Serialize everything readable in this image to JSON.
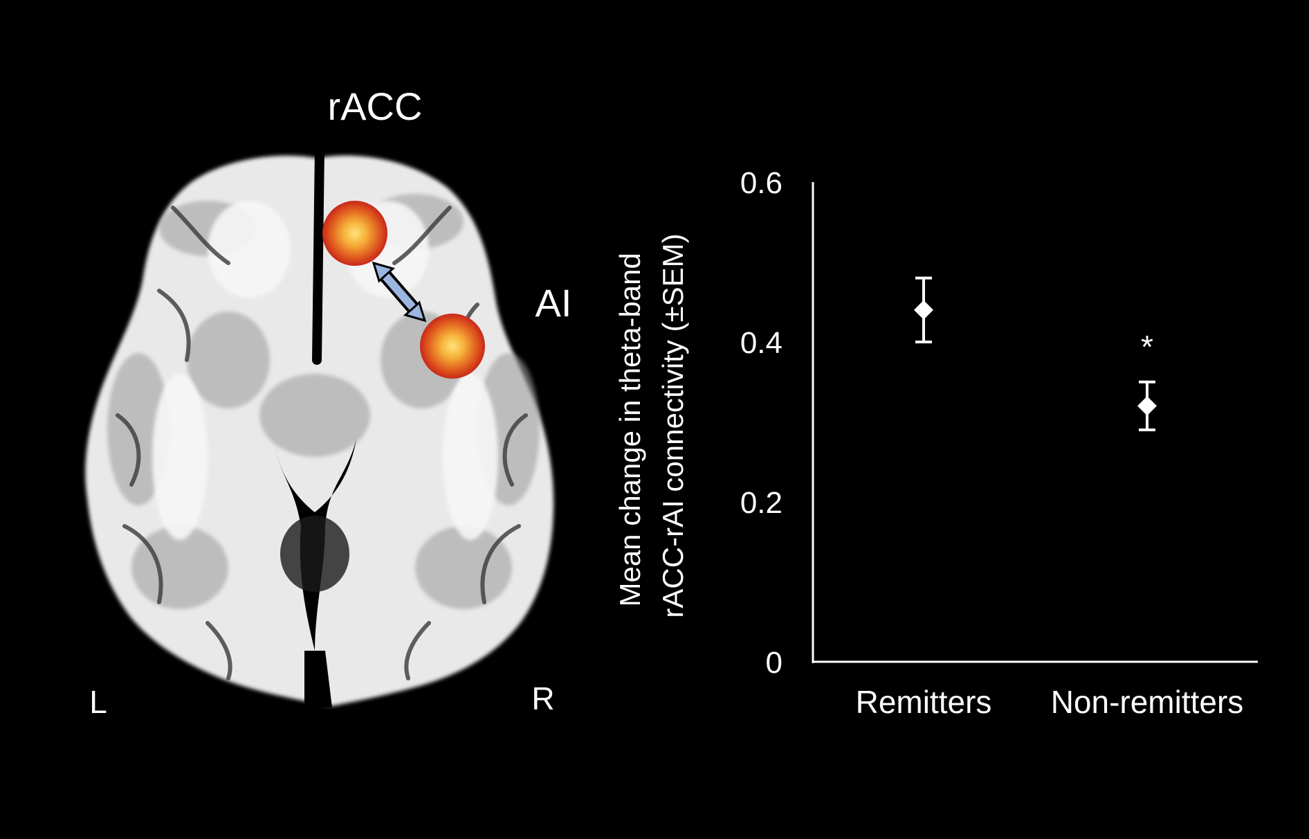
{
  "brain_panel": {
    "labels": {
      "racc": "rACC",
      "ai": "AI",
      "left": "L",
      "right": "R"
    },
    "colors": {
      "roi_outer": "#c8281a",
      "roi_inner": "#ffe27a",
      "connection_arrow": "#9db6e0"
    }
  },
  "chart_data": {
    "type": "scatter",
    "categories": [
      "Remitters",
      "Non-remitters"
    ],
    "series": [
      {
        "values": [
          0.44,
          0.32
        ],
        "errors": [
          0.04,
          0.03
        ],
        "marker": "diamond"
      }
    ],
    "annotations": [
      {
        "category": "Non-remitters",
        "text": "*"
      }
    ],
    "title": "",
    "xlabel": "",
    "ylabel": "Mean change in theta-band rACC-rAI connectivity (±SEM)",
    "ylabel_lines": [
      "Mean change in theta-band",
      "rACC-rAI connectivity (±SEM)"
    ],
    "ylim": [
      0,
      0.6
    ],
    "yticks": [
      0,
      0.2,
      0.4,
      0.6
    ],
    "ytick_labels": [
      "0",
      "0.2",
      "0.4",
      "0.6"
    ],
    "grid": false,
    "colors": {
      "background": "#000000",
      "foreground": "#ffffff"
    }
  }
}
